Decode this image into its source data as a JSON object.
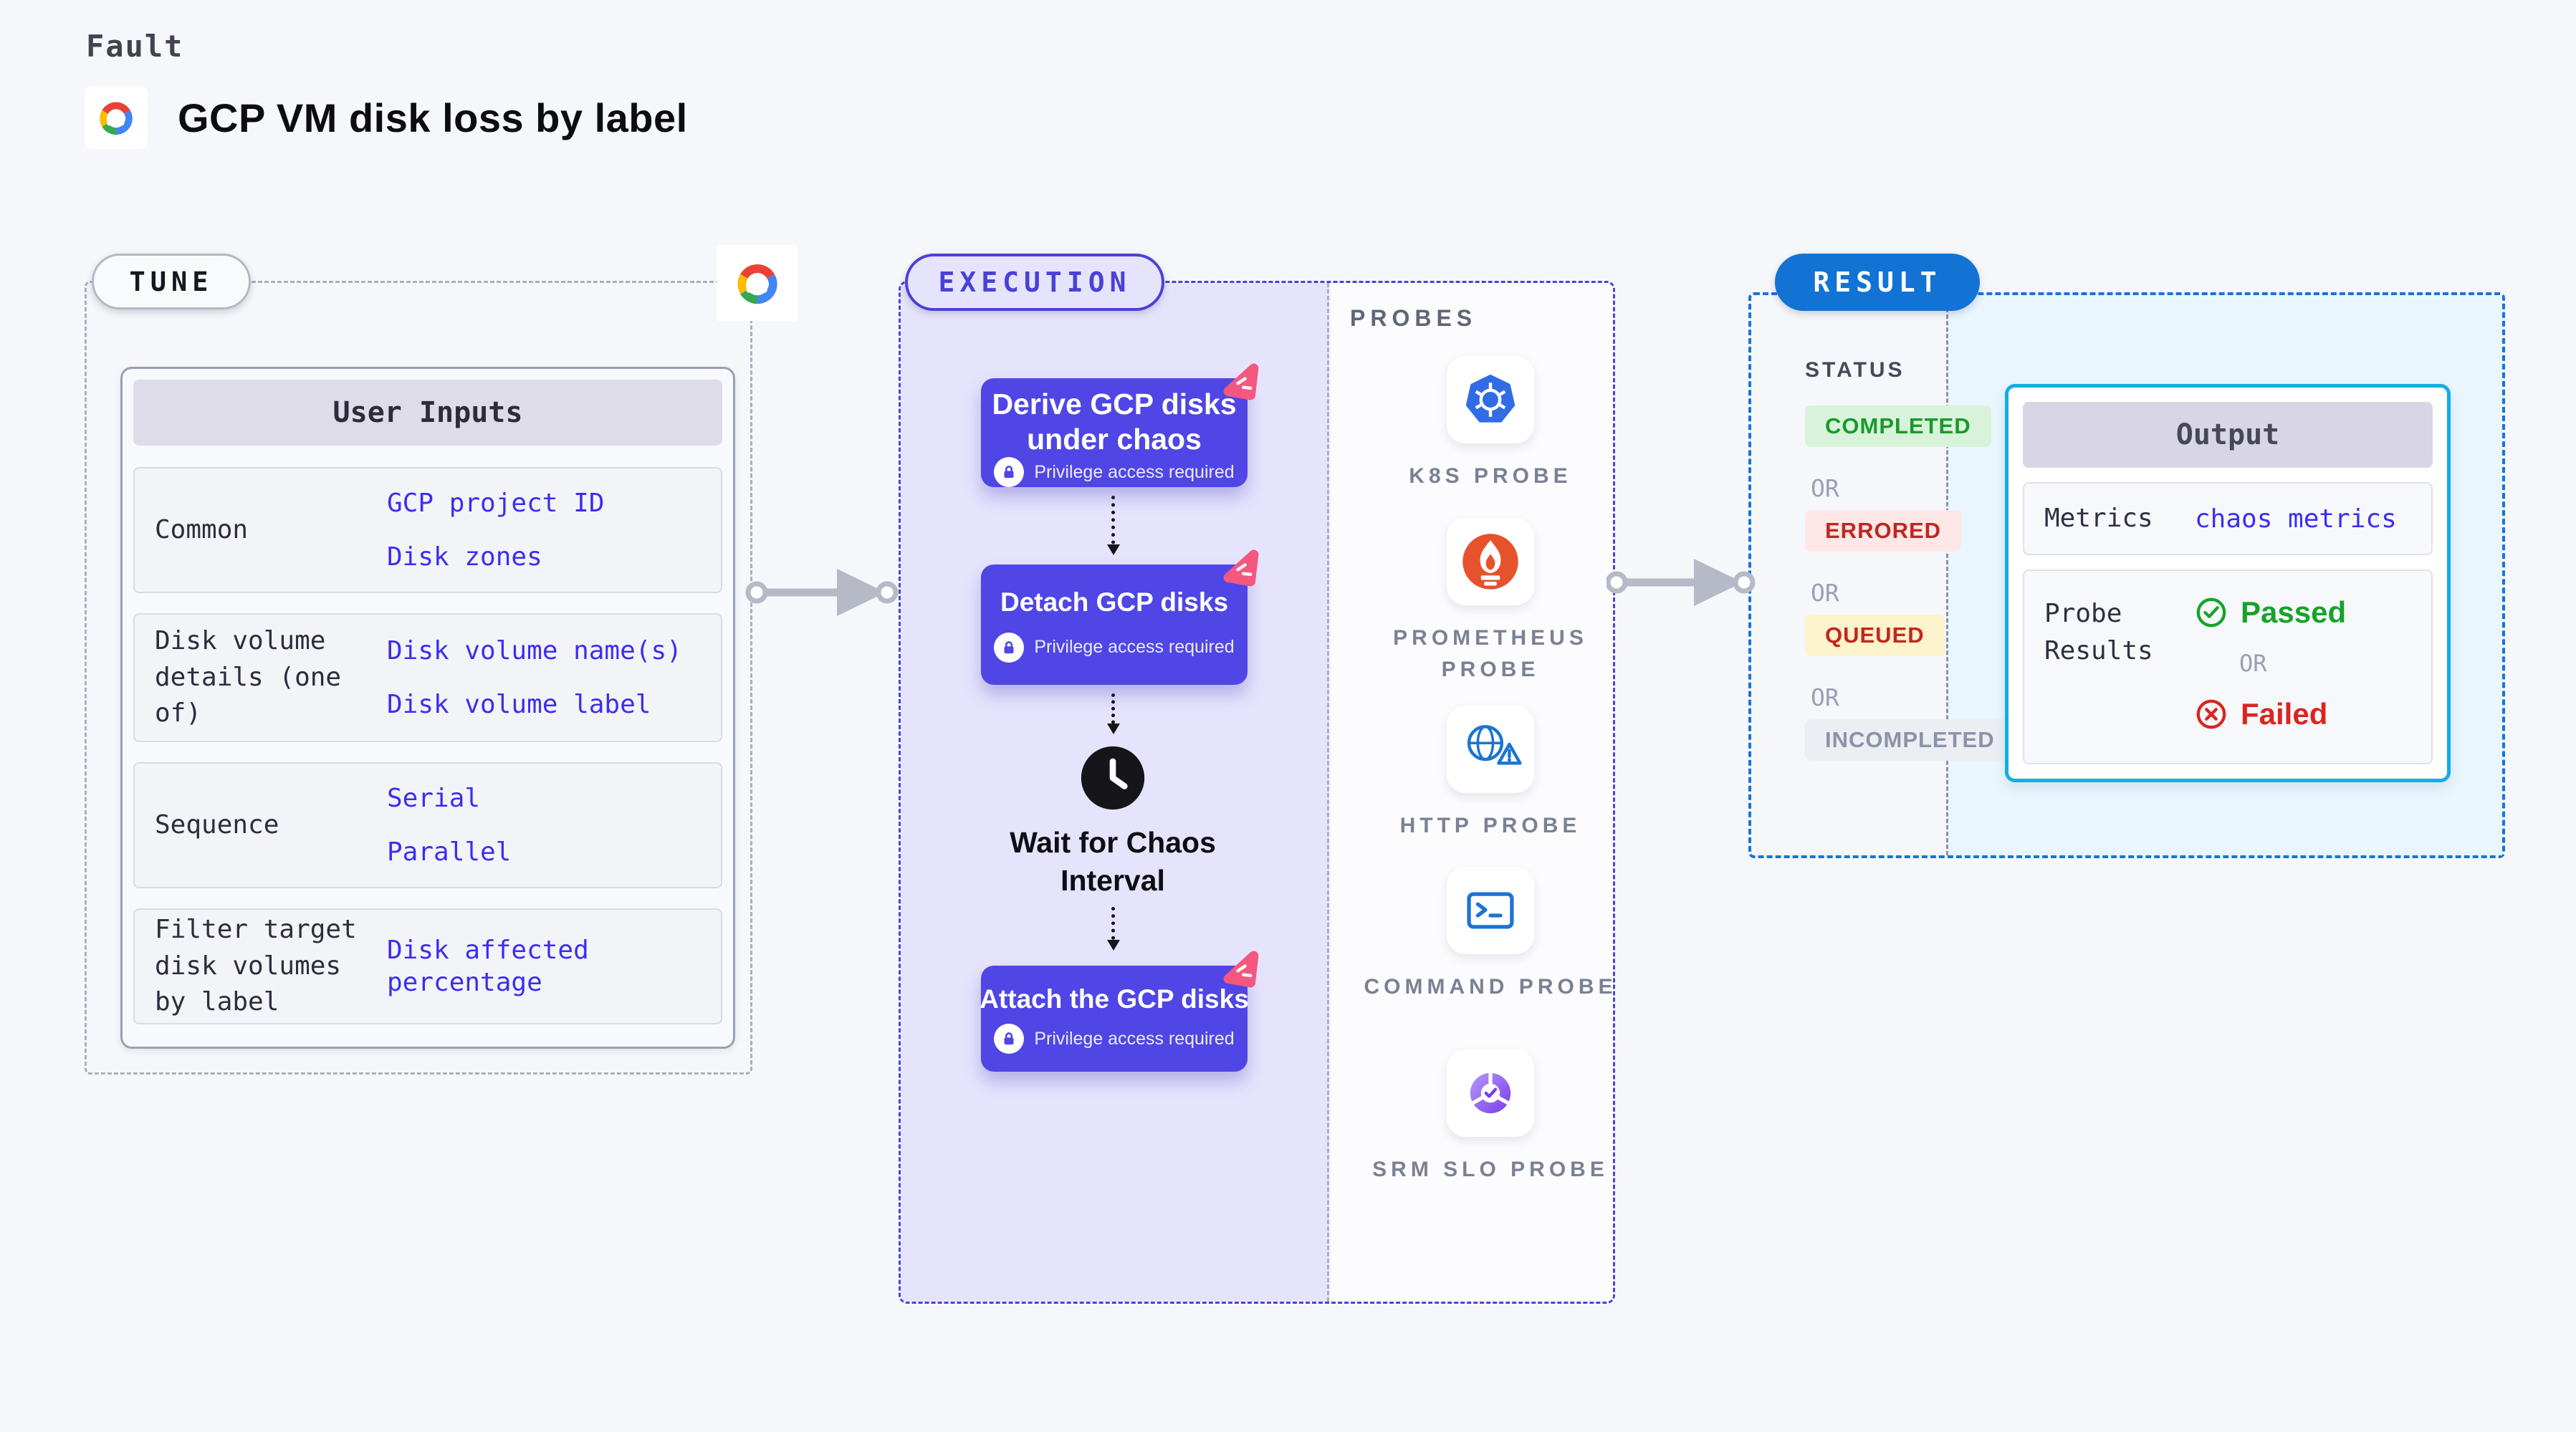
{
  "page": {
    "kicker": "Fault",
    "title": "GCP VM disk loss by label"
  },
  "tune": {
    "badge": "TUNE",
    "user_inputs": {
      "header": "User Inputs",
      "rows": [
        {
          "label": "Common",
          "values": [
            "GCP project ID",
            "Disk zones"
          ]
        },
        {
          "label": "Disk volume details (one of)",
          "values": [
            "Disk volume name(s)",
            "Disk volume label"
          ]
        },
        {
          "label": "Sequence",
          "values": [
            "Serial",
            "Parallel"
          ]
        },
        {
          "label": "Filter target disk volumes by label",
          "values": [
            "Disk affected percentage"
          ]
        }
      ]
    }
  },
  "execution": {
    "badge": "EXECUTION",
    "privilege_note": "Privilege access required",
    "nodes": [
      {
        "title": "Derive GCP disks under chaos"
      },
      {
        "title": "Detach GCP disks"
      },
      {
        "title": "Attach the GCP disks"
      }
    ],
    "wait_label": "Wait for Chaos Interval"
  },
  "probes": {
    "title": "PROBES",
    "items": [
      {
        "label": "K8S PROBE",
        "icon": "kubernetes-icon"
      },
      {
        "label": "PROMETHEUS PROBE",
        "icon": "prometheus-icon"
      },
      {
        "label": "HTTP PROBE",
        "icon": "globe-alert-icon"
      },
      {
        "label": "COMMAND PROBE",
        "icon": "terminal-icon"
      },
      {
        "label": "SRM SLO PROBE",
        "icon": "slo-gauge-icon"
      }
    ]
  },
  "result": {
    "badge": "RESULT",
    "status": {
      "title": "STATUS",
      "or": "OR",
      "badges": [
        "COMPLETED",
        "ERRORED",
        "QUEUED",
        "INCOMPLETED"
      ]
    },
    "output": {
      "header": "Output",
      "metrics_label": "Metrics",
      "metrics_value": "chaos metrics",
      "probe_results_label": "Probe Results",
      "passed": "Passed",
      "or": "OR",
      "failed": "Failed"
    }
  },
  "colors": {
    "accent_indigo": "#4f46e5",
    "execution_bg": "#e6e4fc",
    "result_pill_blue": "#1273d4",
    "output_border_cyan": "#12aee4",
    "value_blue": "#3c2ef0",
    "pink_badge": "#f4577f",
    "completed_green": "#189a2d",
    "errored_red": "#c32521",
    "queued_text_red": "#c2271d",
    "incompleted_gray": "#8b93a7"
  }
}
